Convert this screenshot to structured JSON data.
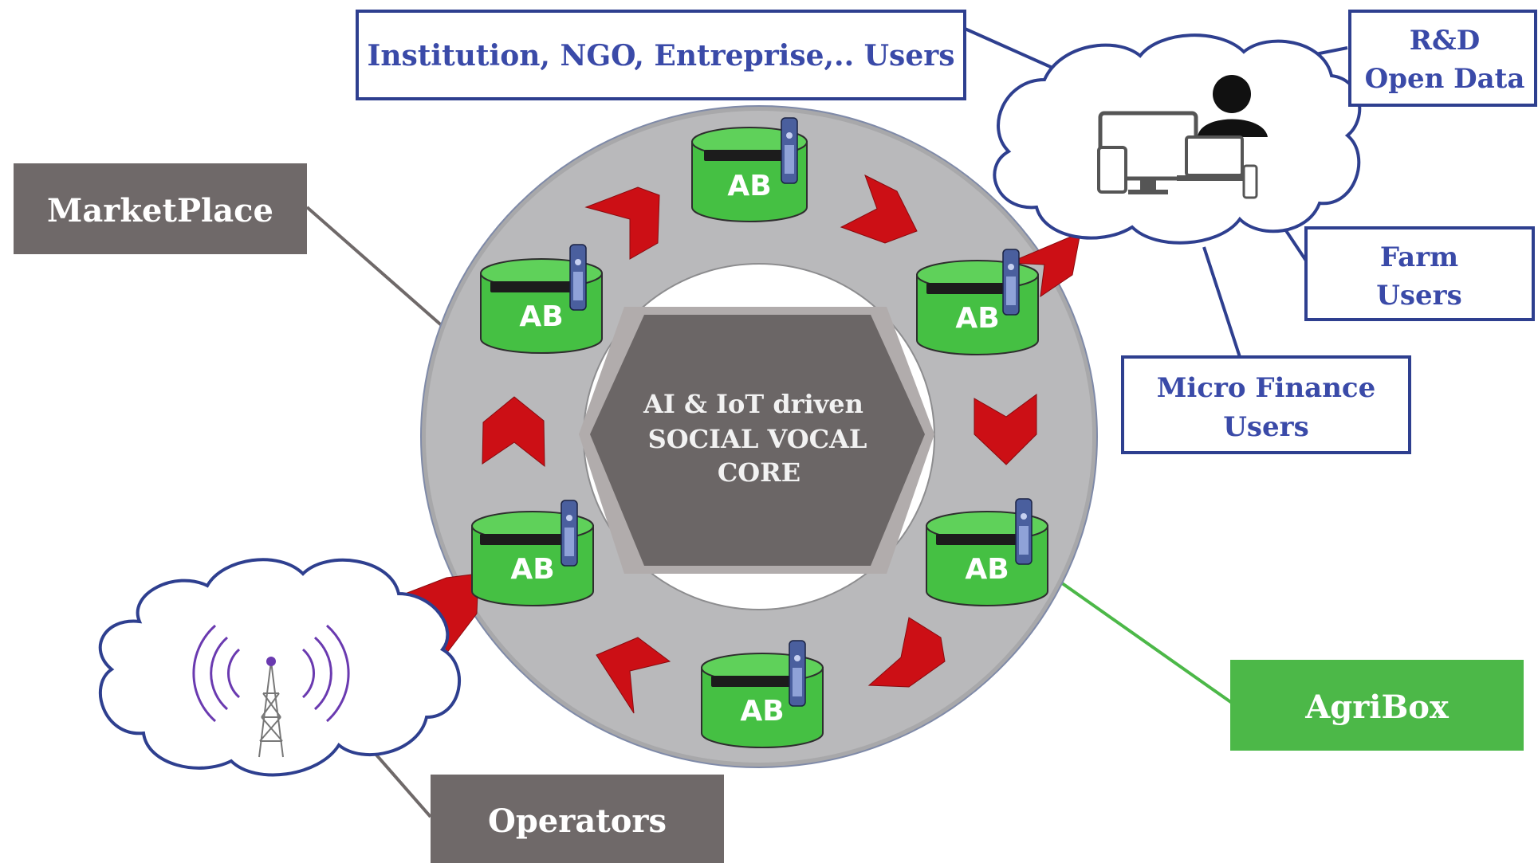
{
  "labels": {
    "institution": "Institution, NGO, Entreprise,.. Users",
    "rnd_line1": "R&D",
    "rnd_line2": "Open Data",
    "farm_line1": "Farm",
    "farm_line2": "Users",
    "micro_line1": "Micro Finance",
    "micro_line2": "Users",
    "marketplace": "MarketPlace",
    "agribox": "AgriBox",
    "operators": "Operators"
  },
  "core": {
    "line1": "AI & IoT driven",
    "line2": "SOCIAL VOCAL",
    "line3": "CORE"
  },
  "nodes": [
    "AB",
    "AB",
    "AB",
    "AB",
    "AB",
    "AB"
  ],
  "icons": {
    "cloud_top": "devices-user-icon",
    "cloud_bottom": "antenna-tower-icon",
    "node_devices": "set-top-box-remote-icon",
    "flow": "chevron-arrow-icon"
  },
  "colors": {
    "blue_text": "#3a4aa8",
    "blue_border": "#2e3f8f",
    "gray_box": "#6f6969",
    "green_box": "#4cb848",
    "ring": "#b9b9bb",
    "core": "#6b6666",
    "node_green": "#45c043",
    "arrow_red": "#cc0f15"
  }
}
